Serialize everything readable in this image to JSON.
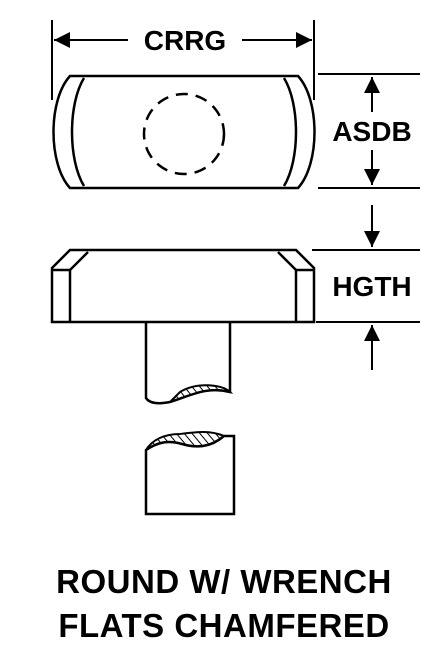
{
  "dimensions": {
    "width_label": "CRRG",
    "across_flats_label": "ASDB",
    "head_height_label": "HGTH"
  },
  "caption": {
    "line1": "ROUND W/ WRENCH",
    "line2": "FLATS CHAMFERED"
  }
}
